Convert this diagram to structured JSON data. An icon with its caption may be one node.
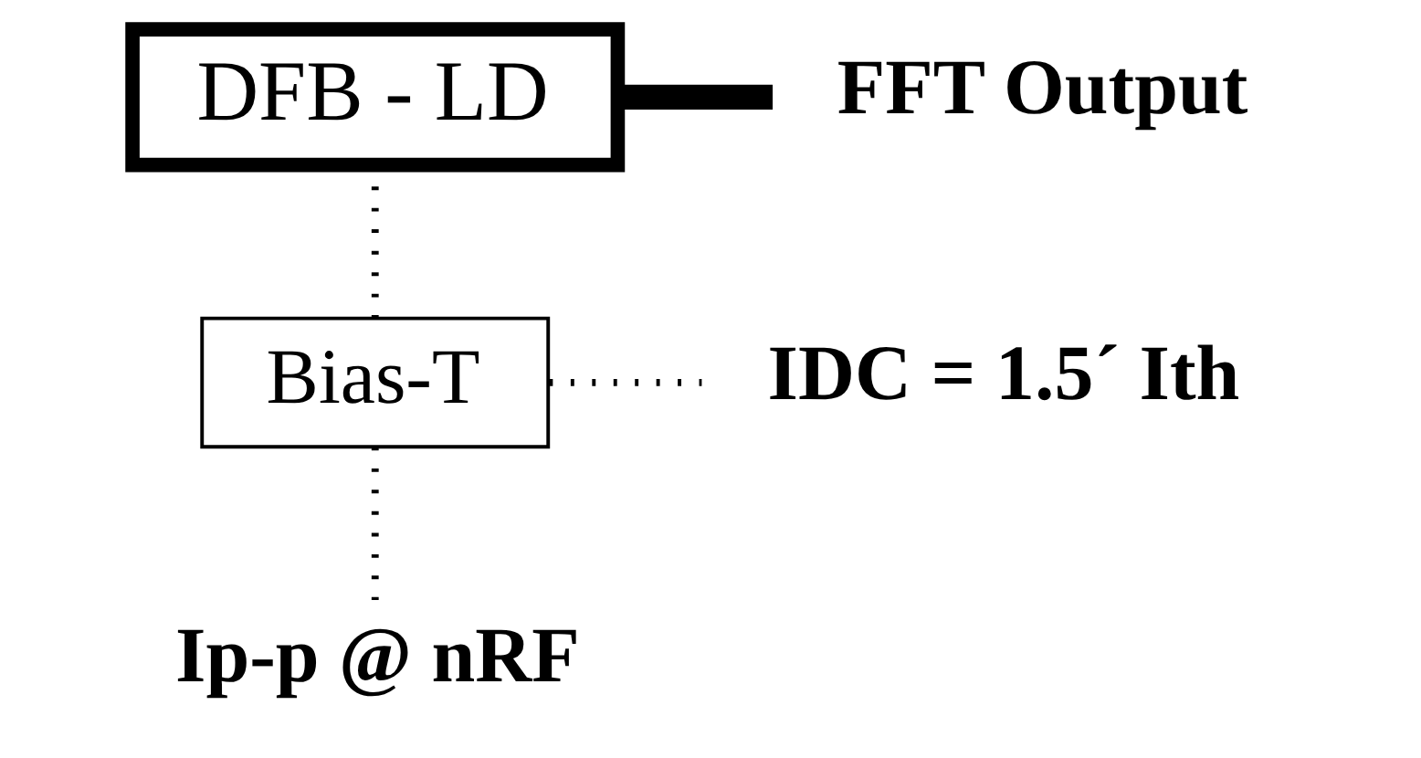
{
  "diagram": {
    "nodes": [
      {
        "text": [
          "DFB - LD"
        ]
      },
      {
        "text": [
          "FFT Output"
        ]
      },
      {
        "text": [
          "Bias-T"
        ]
      },
      {
        "text": [
          "IDC = 1.5´ Ith"
        ]
      },
      {
        "text": [
          "Ip-p @ nRF"
        ]
      }
    ],
    "edges": [
      {
        "from": 0,
        "to": 1,
        "arrow": "none",
        "style": "thick"
      },
      {
        "from": 0,
        "to": 2,
        "arrow": "none",
        "style": "dashed"
      },
      {
        "from": 2,
        "to": 3,
        "arrow": "none",
        "style": "dashed"
      },
      {
        "from": 2,
        "to": 4,
        "arrow": "none",
        "style": "dashed"
      }
    ]
  }
}
